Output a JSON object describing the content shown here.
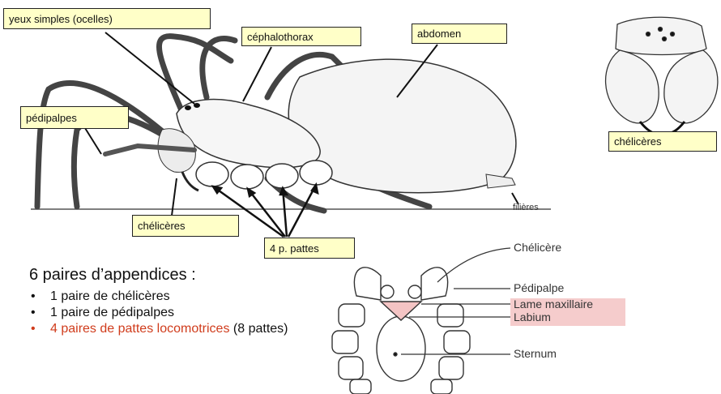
{
  "labels": {
    "yeux": "yeux simples (ocelles)",
    "cephalothorax": "céphalothorax",
    "abdomen": "abdomen",
    "pedipalpes": "pédipalpes",
    "cheliceres_bottom": "chélicères",
    "pattes": "4 p. pattes",
    "cheliceres_right": "chélicères",
    "filieres": "filières"
  },
  "appendices": {
    "title": "6 paires d’appendices :",
    "items": [
      {
        "text": "1 paire de chélicères"
      },
      {
        "text": "1 paire de pédipalpes"
      },
      {
        "text": "4 paires de pattes locomotrices",
        "suffix": " (8 pattes)"
      }
    ]
  },
  "figure2": {
    "labels": [
      "Chélicère",
      "Pédipalpe",
      "Lame maxillaire",
      "Labium",
      "Sternum"
    ]
  },
  "colors": {
    "label_bg": "#ffffc8",
    "highlight_text": "#d03c1c",
    "pink": "#f5cccc"
  }
}
